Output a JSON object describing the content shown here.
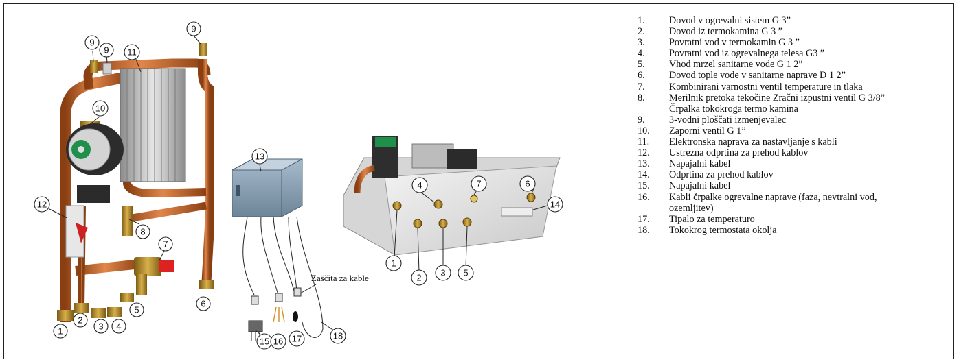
{
  "figure": {
    "callouts_left": [
      "9",
      "9",
      "11",
      "9",
      "10",
      "12",
      "8",
      "7",
      "1",
      "2",
      "3",
      "4",
      "5",
      "6"
    ],
    "callouts_mid": [
      "13",
      "15",
      "16",
      "17",
      "18"
    ],
    "cable_note": "Zaščita za kable",
    "callouts_right": [
      "4",
      "7",
      "6",
      "14",
      "1",
      "2",
      "3",
      "5"
    ]
  },
  "legend": [
    {
      "num": "1.",
      "text": "Dovod v ogrevalni sistem G 3”"
    },
    {
      "num": "2.",
      "text": "Dovod iz termokamina G 3 ”"
    },
    {
      "num": "3.",
      "text": "Povratni vod v termokamin G 3 ”"
    },
    {
      "num": "4.",
      "text": "Povratni vod iz ogrevalnega telesa G3 ”"
    },
    {
      "num": "5.",
      "text": "Vhod mrzel sanitarne vode G 1 2”"
    },
    {
      "num": "6.",
      "text": "Dovod tople vode v sanitarne naprave D 1 2”"
    },
    {
      "num": "7.",
      "text": "Kombinirani varnostni ventil temperature in tlaka"
    },
    {
      "num": "8.",
      "text": "Merilnik pretoka tekočine Zračni izpustni ventil G 3/8”"
    },
    {
      "num": "",
      "text": "Črpalka tokokroga termo kamina"
    },
    {
      "num": "9.",
      "text": "3-vodni ploščati izmenjevalec"
    },
    {
      "num": "10.",
      "text": "Zaporni ventil G 1”"
    },
    {
      "num": "11.",
      "text": "Elektronska naprava za nastavljanje s kabli"
    },
    {
      "num": "12.",
      "text": "Ustrezna odprtina za prehod kablov"
    },
    {
      "num": "13.",
      "text": "Napajalni kabel"
    },
    {
      "num": "14.",
      "text": "Odprtina za prehod kablov"
    },
    {
      "num": "15.",
      "text": "Napajalni kabel"
    },
    {
      "num": "16.",
      "text": "Kabli črpalke ogrevalne naprave (faza, nevtralni  vod,"
    },
    {
      "num": "",
      "text": "ozemljitev)"
    },
    {
      "num": "17.",
      "text": "Tipalo za temperaturo"
    },
    {
      "num": "18.",
      "text": "Tokokrog termostata okolja"
    }
  ]
}
